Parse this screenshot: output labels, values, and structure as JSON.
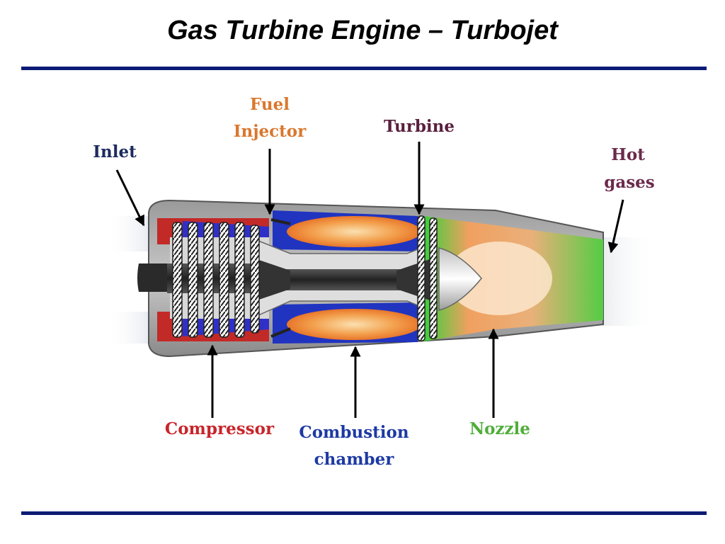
{
  "title": "Gas Turbine Engine – Turbojet",
  "labels": {
    "inlet": "Inlet",
    "fuel_injector_line1": "Fuel",
    "fuel_injector_line2": "Injector",
    "turbine": "Turbine",
    "hot_gases_line1": "Hot",
    "hot_gases_line2": "gases",
    "compressor": "Compressor",
    "combustion_line1": "Combustion",
    "combustion_line2": "chamber",
    "nozzle": "Nozzle"
  },
  "colors": {
    "rule": "#0b1b75",
    "inlet": "#1c2a5e",
    "fuel_injector": "#d9782f",
    "turbine": "#5a1f3e",
    "hot_gases": "#6b2a4c",
    "compressor": "#c8252b",
    "combustion": "#1d3aa3",
    "nozzle": "#4fae3a"
  }
}
